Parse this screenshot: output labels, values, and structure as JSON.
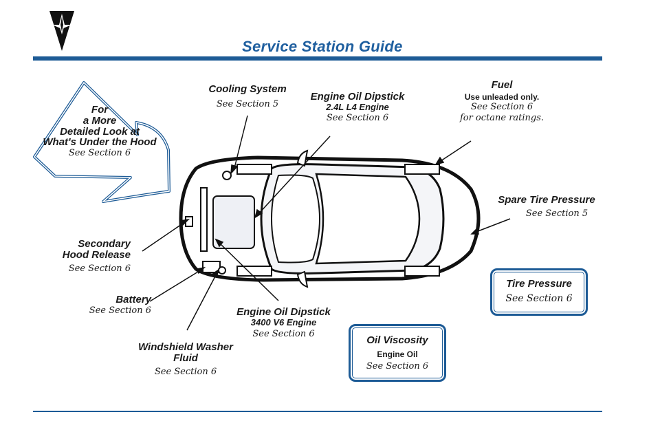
{
  "header": {
    "title": "Service Station Guide"
  },
  "arrow_callout": {
    "line1": "For",
    "line2": "a More",
    "line3": "Detailed Look at",
    "line4": "What's Under the Hood",
    "see": "See Section 6"
  },
  "labels": {
    "cooling": {
      "title": "Cooling System",
      "see": "See Section 5"
    },
    "dipstick_l4": {
      "title": "Engine Oil Dipstick",
      "sub": "2.4L L4 Engine",
      "see": "See Section 6"
    },
    "fuel": {
      "title": "Fuel",
      "sub": "Use unleaded only.",
      "see1": "See Section 6",
      "see2": "for octane ratings."
    },
    "spare": {
      "title": "Spare Tire Pressure",
      "see": "See Section 5"
    },
    "hood_release": {
      "title1": "Secondary",
      "title2": "Hood Release",
      "see": "See Section 6"
    },
    "battery": {
      "title": "Battery",
      "see": "See Section 6"
    },
    "dipstick_v6": {
      "title": "Engine Oil Dipstick",
      "sub": "3400 V6 Engine",
      "see": "See Section 6"
    },
    "washer": {
      "title1": "Windshield Washer",
      "title2": "Fluid",
      "see": "See Section 6"
    }
  },
  "boxes": {
    "tire": {
      "title": "Tire Pressure",
      "see": "See Section 6"
    },
    "oil": {
      "title": "Oil Viscosity",
      "sub": "Engine Oil",
      "see": "See Section 6"
    }
  },
  "colors": {
    "accent_blue": "#1d5b96",
    "title_blue": "#1f5f9f"
  },
  "icons": [
    "pontiac-arrowhead-logo-icon",
    "car-top-view-icon",
    "callout-arrow-icon"
  ]
}
